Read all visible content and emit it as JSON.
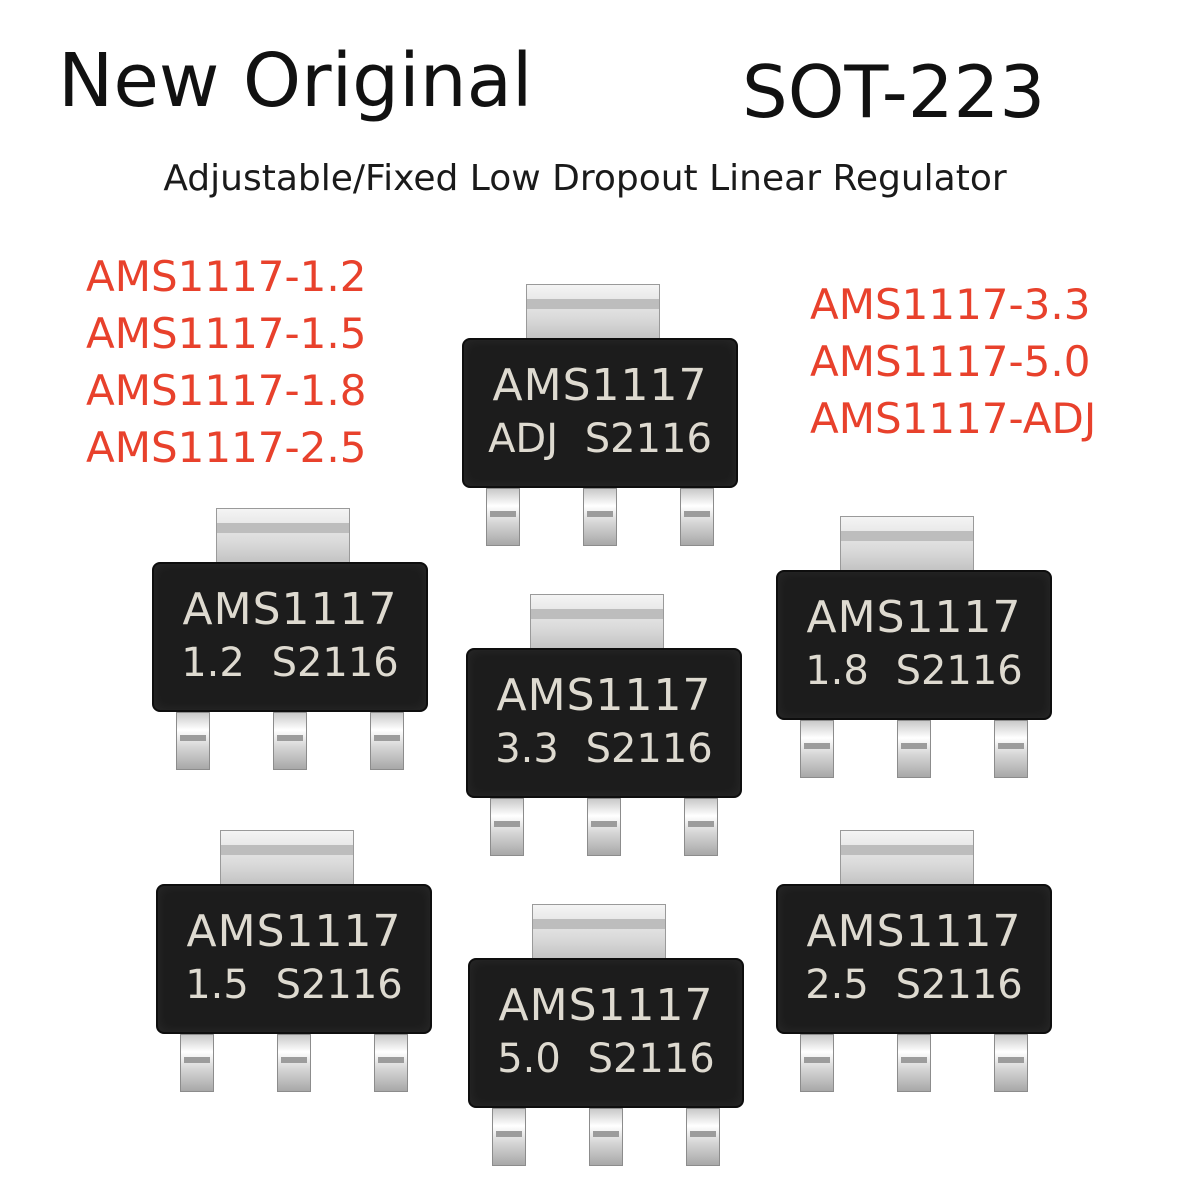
{
  "header": {
    "title": "New Original",
    "package": "SOT-223",
    "subtitle": "Adjustable/Fixed Low Dropout Linear Regulator"
  },
  "variants_left": [
    "AMS1117-1.2",
    "AMS1117-1.5",
    "AMS1117-1.8",
    "AMS1117-2.5"
  ],
  "variants_right": [
    "AMS1117-3.3",
    "AMS1117-5.0",
    "AMS1117-ADJ"
  ],
  "chips": [
    {
      "part": "AMS1117",
      "code": "ADJ S2116"
    },
    {
      "part": "AMS1117",
      "code": "1.2 S2116"
    },
    {
      "part": "AMS1117",
      "code": "3.3 S2116"
    },
    {
      "part": "AMS1117",
      "code": "1.8 S2116"
    },
    {
      "part": "AMS1117",
      "code": "1.5 S2116"
    },
    {
      "part": "AMS1117",
      "code": "5.0 S2116"
    },
    {
      "part": "AMS1117",
      "code": "2.5 S2116"
    }
  ],
  "colors": {
    "variant_text": "#e8412c",
    "chip_body": "#1c1c1c",
    "chip_marking": "#dedad0",
    "heading_text": "#111111"
  }
}
